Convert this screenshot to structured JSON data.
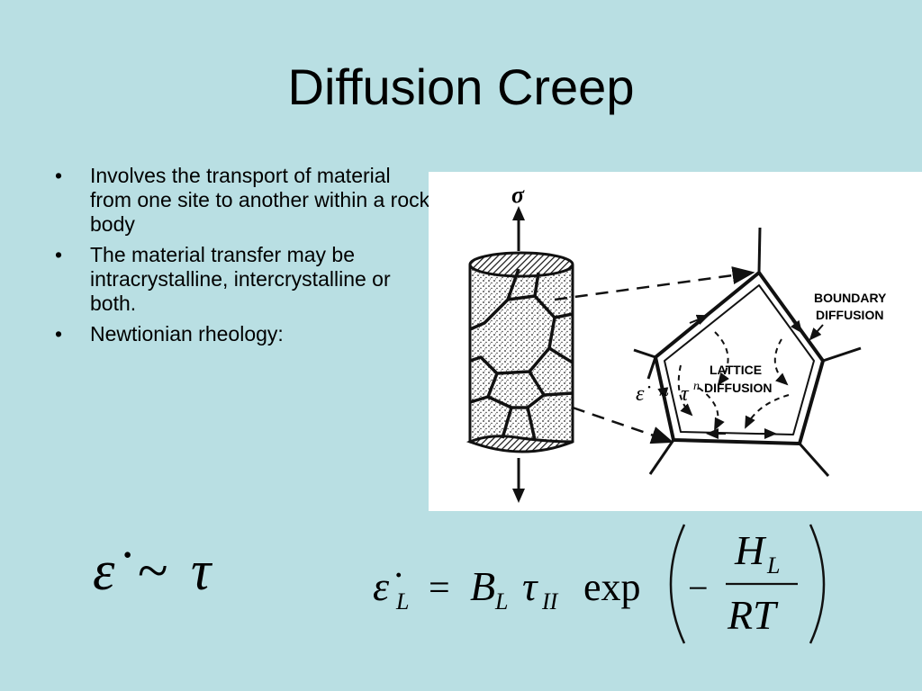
{
  "slide": {
    "title": "Diffusion Creep",
    "bullet_glyph": "•",
    "bullets": [
      "Involves the transport of material from one site to another within a rock body",
      "The material transfer may be intracrystalline, intercrystalline or both.",
      "Newtionian rheology:"
    ]
  },
  "figure": {
    "sigma_label": "σ",
    "boundary_label_line1": "BOUNDARY",
    "boundary_label_line2": "DIFFUSION",
    "lattice_label_line1": "LATTICE",
    "lattice_label_line2": "DIFFUSION",
    "overlay_formula": {
      "epsilon": "ε̇",
      "tilde": "~",
      "tau": "τ",
      "exponent": "n"
    }
  },
  "equations": {
    "simple": {
      "epsilon": "ε̇",
      "tilde": "~",
      "tau": "τ"
    },
    "full": {
      "epsilon": "ε̇",
      "epsilon_sub": "L",
      "equals": "=",
      "B": "B",
      "B_sub": "L",
      "tau": "τ",
      "tau_sub": "II",
      "exp": "exp",
      "minus": "−",
      "H": "H",
      "H_sub": "L",
      "RT": "RT"
    }
  }
}
